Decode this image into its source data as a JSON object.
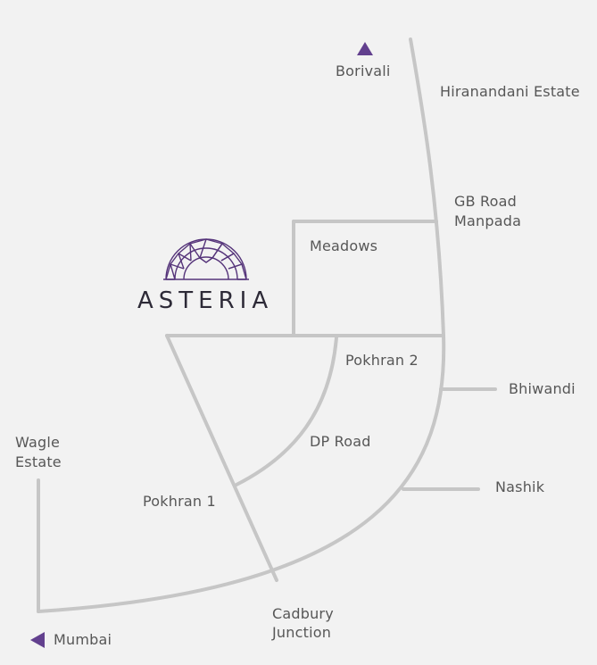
{
  "brand": {
    "name": "ASTERIA",
    "logo_icon": "arch-fan-icon",
    "color": "#55347a"
  },
  "colors": {
    "road": "#c6c6c6",
    "label": "#575757",
    "marker": "#62408e",
    "background": "#f2f2f2"
  },
  "markers": [
    {
      "id": "borivali",
      "label": "Borivali",
      "icon": "triangle-up-icon"
    },
    {
      "id": "mumbai",
      "label": "Mumbai",
      "icon": "triangle-left-icon"
    }
  ],
  "labels": {
    "borivali": "Borivali",
    "hiranandani_estate": "Hiranandani Estate",
    "gb_road_line1": "GB Road",
    "gb_road_line2": "Manpada",
    "meadows": "Meadows",
    "pokhran_2": "Pokhran 2",
    "bhiwandi": "Bhiwandi",
    "dp_road": "DP Road",
    "wagle_line1": "Wagle",
    "wagle_line2": "Estate",
    "nashik": "Nashik",
    "pokhran_1": "Pokhran 1",
    "cadbury_line1": "Cadbury",
    "cadbury_line2": "Junction",
    "mumbai": "Mumbai"
  }
}
